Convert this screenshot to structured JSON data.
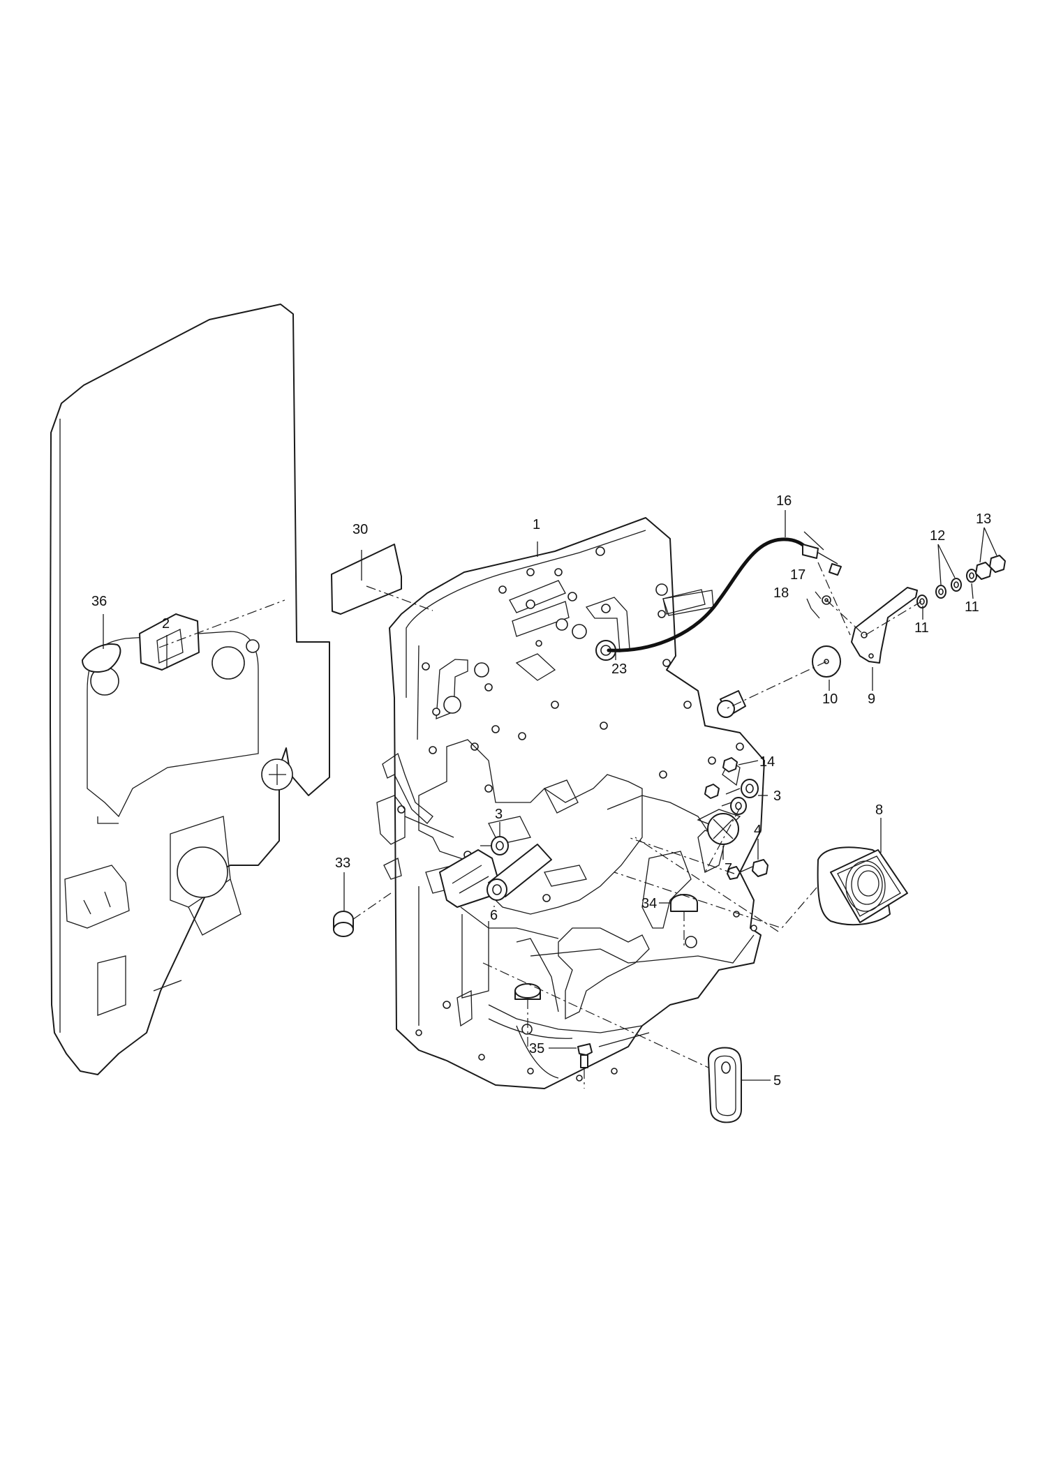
{
  "callouts": [
    {
      "id": "c1",
      "text": "1"
    },
    {
      "id": "c2",
      "text": "2"
    },
    {
      "id": "c3a",
      "text": "3"
    },
    {
      "id": "c3b",
      "text": "3"
    },
    {
      "id": "c4",
      "text": "4"
    },
    {
      "id": "c5",
      "text": "5"
    },
    {
      "id": "c6",
      "text": "6"
    },
    {
      "id": "c7",
      "text": "7"
    },
    {
      "id": "c8",
      "text": "8"
    },
    {
      "id": "c9",
      "text": "9"
    },
    {
      "id": "c10",
      "text": "10"
    },
    {
      "id": "c11a",
      "text": "11"
    },
    {
      "id": "c11b",
      "text": "11"
    },
    {
      "id": "c12",
      "text": "12"
    },
    {
      "id": "c13",
      "text": "13"
    },
    {
      "id": "c14",
      "text": "14"
    },
    {
      "id": "c16",
      "text": "16"
    },
    {
      "id": "c17",
      "text": "17"
    },
    {
      "id": "c18",
      "text": "18"
    },
    {
      "id": "c23",
      "text": "23"
    },
    {
      "id": "c30",
      "text": "30"
    },
    {
      "id": "c33",
      "text": "33"
    },
    {
      "id": "c34",
      "text": "34"
    },
    {
      "id": "c35",
      "text": "35"
    },
    {
      "id": "c36",
      "text": "36"
    }
  ]
}
